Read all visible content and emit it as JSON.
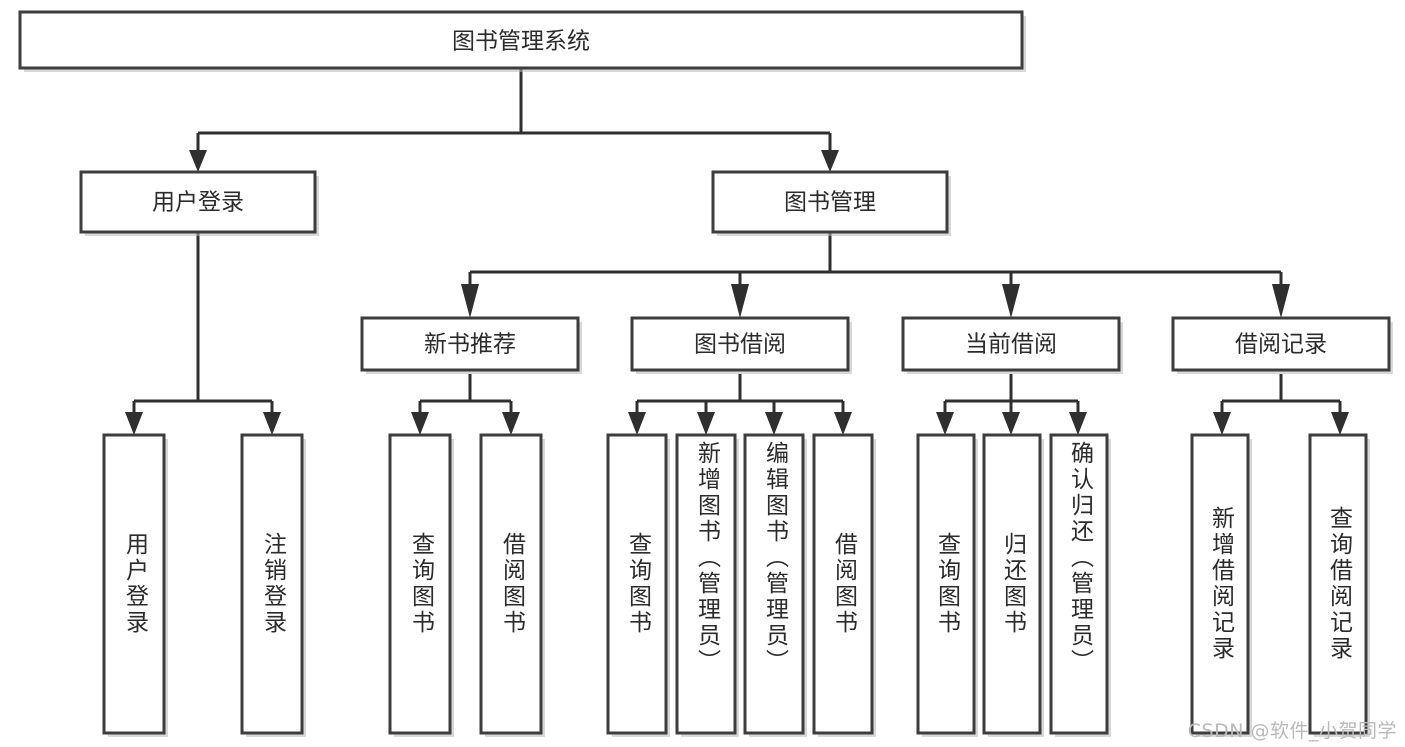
{
  "diagram": {
    "title": "图书管理系统",
    "type": "tree",
    "colors": {
      "box_stroke": "#3d3d3d",
      "box_fill": "#ffffff",
      "connector": "#2f2f2f",
      "text": "#2b2b2b",
      "watermark": "#b9b9b9",
      "background": "#ffffff"
    },
    "root": {
      "label": "图书管理系统"
    },
    "level2": [
      {
        "label": "用户登录"
      },
      {
        "label": "图书管理"
      }
    ],
    "level3": [
      {
        "label": "新书推荐"
      },
      {
        "label": "图书借阅"
      },
      {
        "label": "当前借阅"
      },
      {
        "label": "借阅记录"
      }
    ],
    "leaves": {
      "user_login": [
        {
          "label": "用户登录"
        },
        {
          "label": "注销登录"
        }
      ],
      "new_book": [
        {
          "label": "查询图书"
        },
        {
          "label": "借阅图书"
        }
      ],
      "book_borrow": [
        {
          "label": "查询图书"
        },
        {
          "label": "新增图书（管理员）"
        },
        {
          "label": "编辑图书（管理员）"
        },
        {
          "label": "借阅图书"
        }
      ],
      "current_borrow": [
        {
          "label": "查询图书"
        },
        {
          "label": "归还图书"
        },
        {
          "label": "确认归还（管理员）"
        }
      ],
      "borrow_record": [
        {
          "label": "新增借阅记录"
        },
        {
          "label": "查询借阅记录"
        }
      ]
    }
  },
  "watermark": {
    "text": "CSDN @软件_小贺同学"
  }
}
